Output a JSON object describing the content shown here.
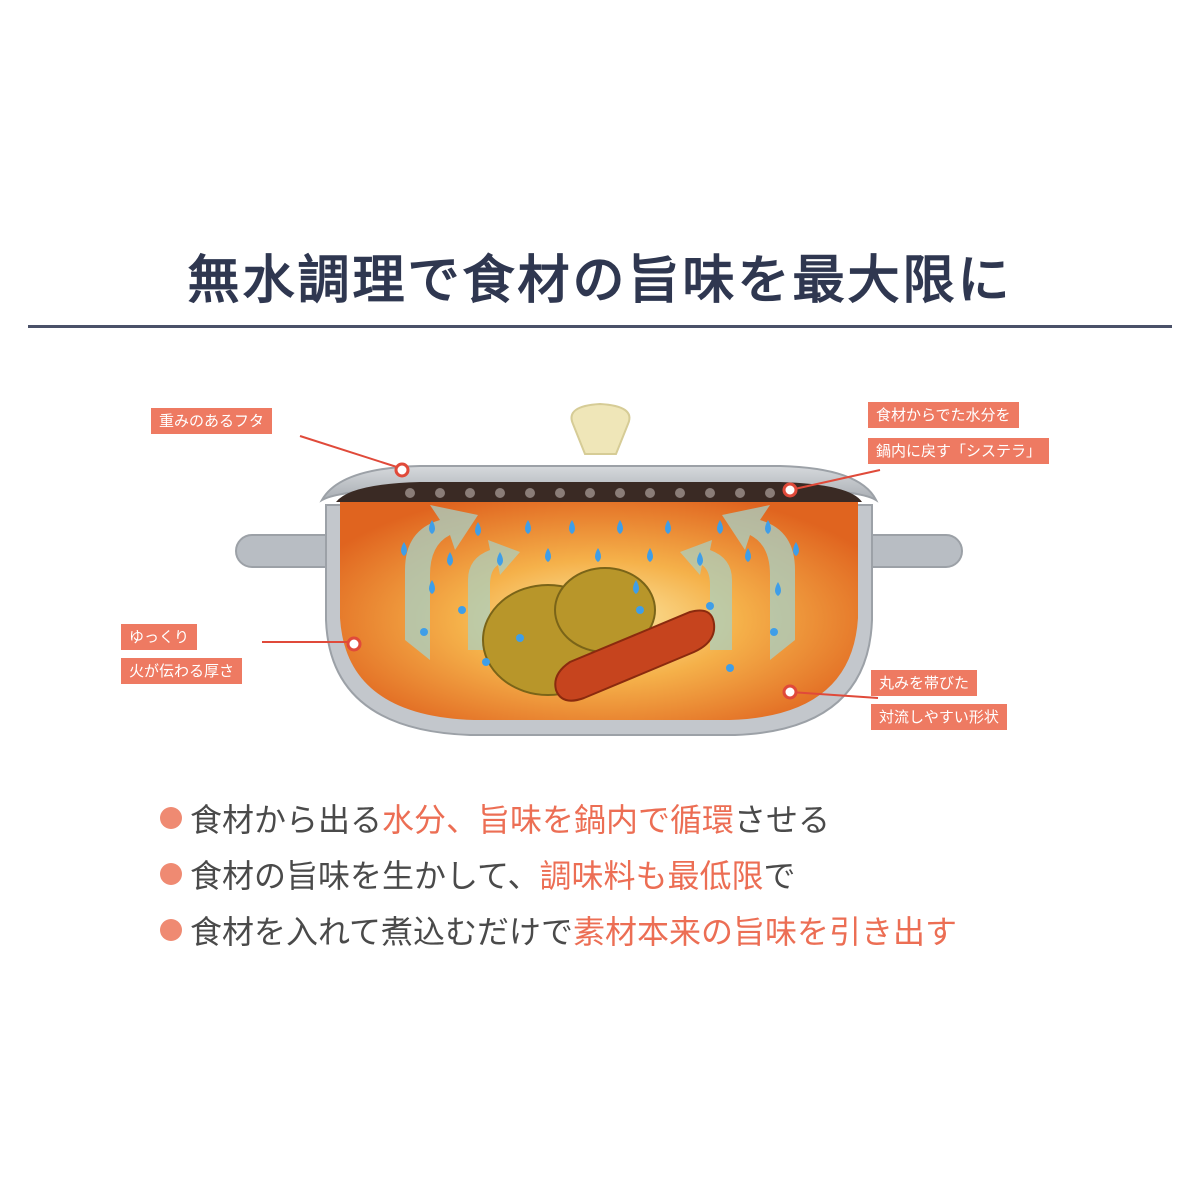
{
  "title": "無水調理で食材の旨味を最大限に",
  "callouts": {
    "lid": "重みのあるフタ",
    "systera_line1": "食材からでた水分を",
    "systera_line2": "鍋内に戻す「システラ」",
    "thick_line1": "ゆっくり",
    "thick_line2": "火が伝わる厚さ",
    "round_line1": "丸みを帯びた",
    "round_line2": "対流しやすい形状"
  },
  "bullets": [
    {
      "plain1": "食材から出る",
      "highlight": "水分、旨味を鍋内で循環",
      "plain2": "させる"
    },
    {
      "plain1": "食材の旨味を生かして、",
      "highlight": "調味料も最低限",
      "plain2": "で"
    },
    {
      "plain1": "食材を入れて煮込むだけで",
      "highlight": "素材本来の旨味を引き出す",
      "plain2": ""
    }
  ],
  "colors": {
    "title": "#2f3750",
    "accent": "#ec6e54",
    "label_bg": "#ee7a62",
    "pot_body": "#e8792e",
    "pot_rim": "#b8bdc3",
    "lid_knob": "#efe6b8",
    "water_drop": "#3f9ee8"
  }
}
